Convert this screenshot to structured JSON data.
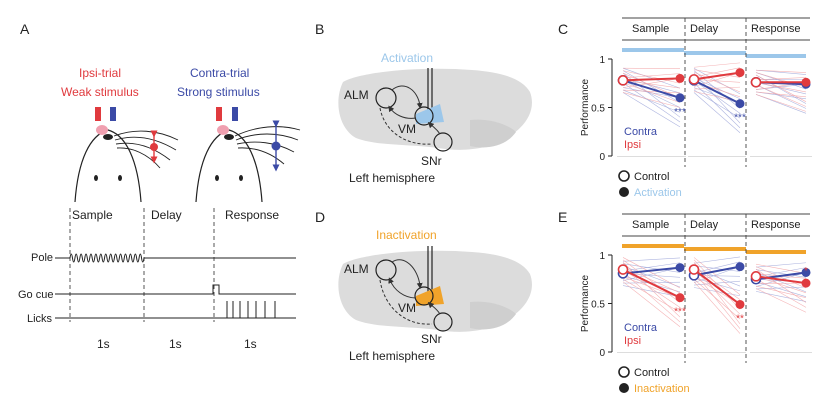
{
  "panel_a": {
    "letter": "A",
    "ipsi_title": "Ipsi-trial",
    "ipsi_sub": "Weak stimulus",
    "contra_title": "Contra-trial",
    "contra_sub": "Strong stimulus",
    "epochs": [
      "Sample",
      "Delay",
      "Response"
    ],
    "rows": [
      "Pole",
      "Go cue",
      "Licks"
    ],
    "durations": [
      "1s",
      "1s",
      "1s"
    ]
  },
  "panel_b": {
    "letter": "B",
    "state": "Activation",
    "state_color": "#9cc7ea",
    "labels": {
      "alm": "ALM",
      "vm": "VM",
      "snr": "SNr",
      "hemisphere": "Left hemisphere"
    }
  },
  "panel_d": {
    "letter": "D",
    "state": "Inactivation",
    "state_color": "#f0a32a",
    "labels": {
      "alm": "ALM",
      "vm": "VM",
      "snr": "SNr",
      "hemisphere": "Left hemisphere"
    }
  },
  "colors": {
    "contra": "#3b4aa6",
    "ipsi": "#e03a3e",
    "activation": "#9cc7ea",
    "inactivation": "#f0a32a"
  },
  "chart_data": [
    {
      "type": "line",
      "panel": "C",
      "ylabel": "Performance",
      "ylim": [
        0,
        1
      ],
      "yticks": [
        "1",
        "0.5",
        "0"
      ],
      "epochs": [
        "Sample",
        "Delay",
        "Response"
      ],
      "bar_color": "#9cc7ea",
      "x": [
        "Control",
        "Activation"
      ],
      "series": [
        {
          "name": "Contra",
          "color": "#3b4aa6",
          "values": [
            [
              0.78,
              0.6
            ],
            [
              0.78,
              0.54
            ],
            [
              0.76,
              0.74
            ]
          ]
        },
        {
          "name": "Ipsi",
          "color": "#e03a3e",
          "values": [
            [
              0.78,
              0.8
            ],
            [
              0.79,
              0.86
            ],
            [
              0.76,
              0.76
            ]
          ]
        }
      ],
      "significance": [
        "***",
        "***",
        ""
      ],
      "legend": {
        "control": "Control",
        "manipulation": "Activation"
      }
    },
    {
      "type": "line",
      "panel": "E",
      "ylabel": "Performance",
      "ylim": [
        0,
        1
      ],
      "yticks": [
        "1",
        "0.5",
        "0"
      ],
      "epochs": [
        "Sample",
        "Delay",
        "Response"
      ],
      "bar_color": "#f0a32a",
      "x": [
        "Control",
        "Inactivation"
      ],
      "series": [
        {
          "name": "Contra",
          "color": "#3b4aa6",
          "values": [
            [
              0.81,
              0.87
            ],
            [
              0.79,
              0.88
            ],
            [
              0.75,
              0.82
            ]
          ]
        },
        {
          "name": "Ipsi",
          "color": "#e03a3e",
          "values": [
            [
              0.85,
              0.56
            ],
            [
              0.85,
              0.49
            ],
            [
              0.78,
              0.71
            ]
          ]
        }
      ],
      "significance": [
        "***",
        "**",
        "*"
      ],
      "legend": {
        "control": "Control",
        "manipulation": "Inactivation"
      }
    }
  ]
}
